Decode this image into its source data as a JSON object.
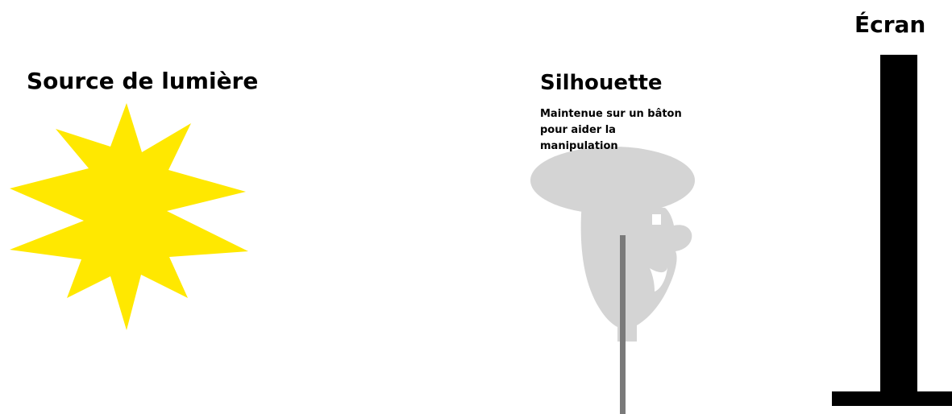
{
  "light_source": {
    "title": "Source de lumière",
    "color": "#ffe800"
  },
  "silhouette": {
    "title": "Silhouette",
    "caption_lines": [
      "Maintenue sur un bâton",
      "pour aider la",
      "manipulation"
    ],
    "head_color": "#d4d4d4",
    "stick_color": "#7a7a7a"
  },
  "screen": {
    "title": "Écran",
    "color": "#000000"
  }
}
